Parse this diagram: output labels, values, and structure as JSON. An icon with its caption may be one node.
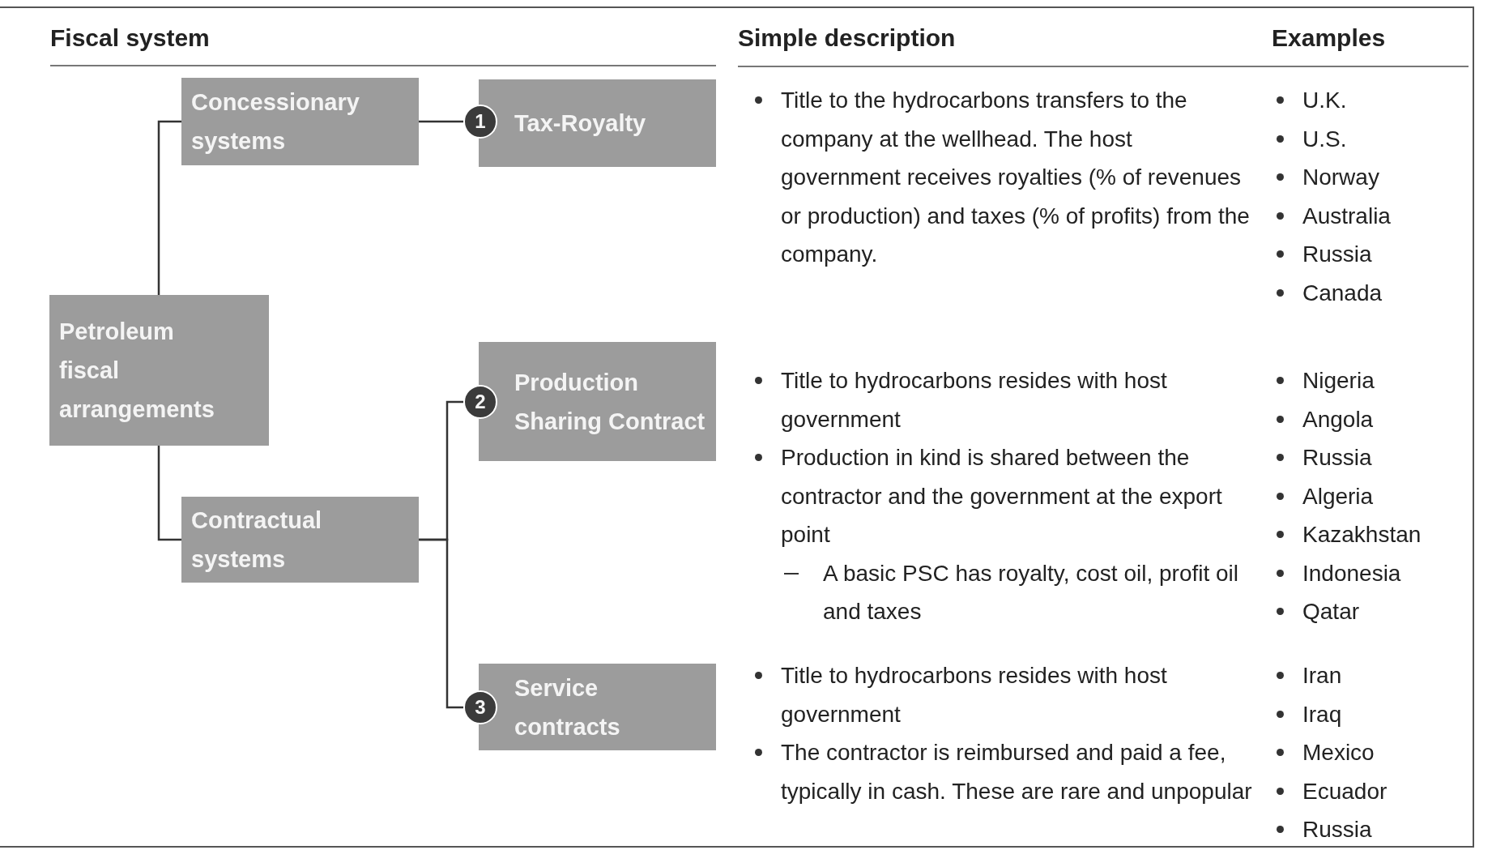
{
  "diagram": {
    "nodes": [
      {
        "text": [
          "Concessionary systems"
        ]
      },
      {
        "text": [
          "Tax-Royalty"
        ]
      },
      {
        "text": [
          "1"
        ]
      },
      {
        "text": [
          "Petroleum fiscal arrangements"
        ]
      },
      {
        "text": [
          "Production Sharing Contract"
        ]
      },
      {
        "text": [
          "2"
        ]
      },
      {
        "text": [
          "Contractual systems"
        ]
      },
      {
        "text": [
          "Service contracts"
        ]
      },
      {
        "text": [
          "3"
        ]
      }
    ],
    "edges": [
      {
        "from": 3,
        "to": 0,
        "arrow": "none"
      },
      {
        "from": 0,
        "to": 2,
        "arrow": "none"
      },
      {
        "from": 3,
        "to": 6,
        "arrow": "none"
      },
      {
        "from": 6,
        "to": 5,
        "arrow": "none"
      },
      {
        "from": 6,
        "to": 8,
        "arrow": "none"
      }
    ],
    "labels": [
      "Fiscal system",
      "Simple description",
      "Examples",
      "Title to the hydrocarbons transfers to the company at the wellhead. The host government receives royalties (% of revenues or production) and taxes (% of profits) from the company.",
      "U.K.",
      "U.S.",
      "Norway",
      "Australia",
      "Russia",
      "Canada",
      "Title to hydrocarbons resides with host government",
      "Production in kind is shared between the contractor and the government at the export point",
      "A basic PSC has royalty, cost oil, profit oil and taxes",
      "Nigeria",
      "Angola",
      "Russia",
      "Algeria",
      "Kazakhstan",
      "Indonesia",
      "Qatar",
      "Title to hydrocarbons resides with host government",
      "The contractor is reimbursed and paid a fee, typically in cash. These are rare and unpopular",
      "Iran",
      "Iraq",
      "Mexico",
      "Ecuador",
      "Russia"
    ]
  }
}
